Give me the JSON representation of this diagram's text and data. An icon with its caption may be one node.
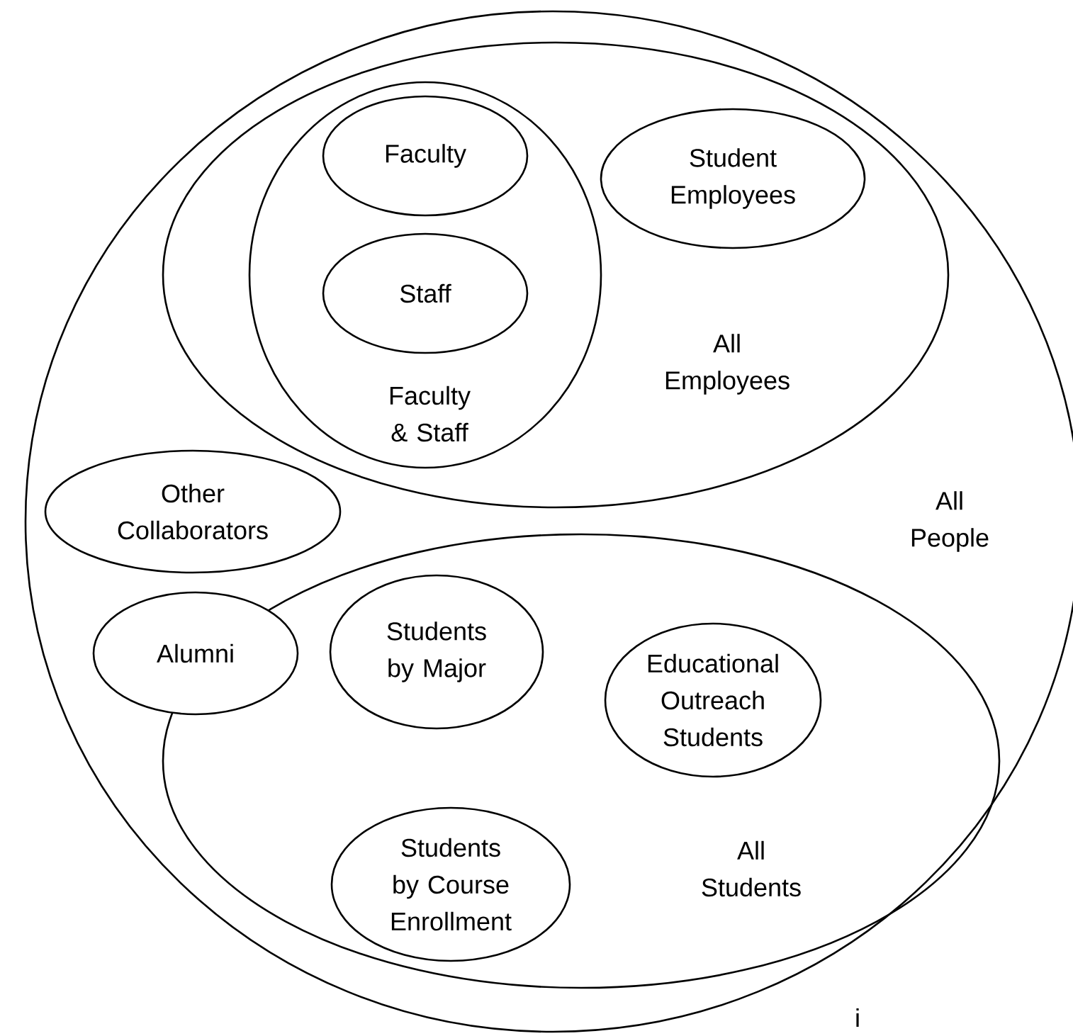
{
  "diagram": {
    "nodes": [
      {
        "text": [
          "All People"
        ]
      },
      {
        "text": [
          "All Employees"
        ],
        "in": 0
      },
      {
        "text": [
          "Faculty & Staff"
        ],
        "in": 1
      },
      {
        "text": [
          "Faculty"
        ],
        "in": 2
      },
      {
        "text": [
          "Staff"
        ],
        "in": 2
      },
      {
        "text": [
          "Student Employees"
        ],
        "in": 1
      },
      {
        "text": [
          "Other Collaborators"
        ],
        "in": 0
      },
      {
        "text": [
          "All Students"
        ],
        "in": 0
      },
      {
        "text": [
          "Alumni"
        ],
        "in": 0
      },
      {
        "text": [
          "Students by Major"
        ],
        "in": 7
      },
      {
        "text": [
          "Educational Outreach Students"
        ],
        "in": 7
      },
      {
        "text": [
          "Students by Course Enrollment"
        ],
        "in": 7
      }
    ],
    "labels": [
      "i"
    ]
  }
}
